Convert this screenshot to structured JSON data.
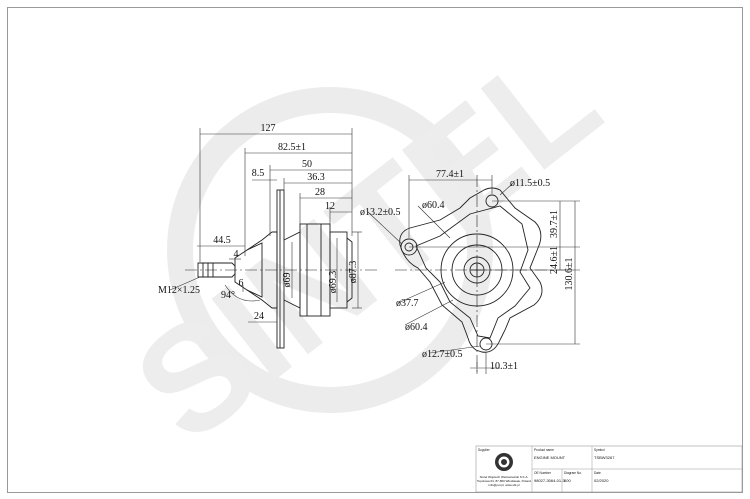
{
  "drawing": {
    "watermark": "SINTEL",
    "side_view": {
      "dims": {
        "d127": "127",
        "d82_5": "82.5±1",
        "d50": "50",
        "d36_3": "36.3",
        "d28": "28",
        "d12": "12",
        "d8_5": "8.5",
        "d44_5": "44.5",
        "d4": "4",
        "d69": "ø69",
        "d69_3": "ø69.3",
        "d87_3": "ø87.3",
        "d6": "6",
        "d24": "24",
        "d94": "94°",
        "thread": "M12×1.25"
      }
    },
    "front_view": {
      "dims": {
        "d77_4": "77.4±1",
        "d11_5": "ø11.5±0.5",
        "d13_2": "ø13.2±0.5",
        "d60_4a": "ø60.4",
        "d39_7": "39.7±1",
        "d24_6": "24.6±1",
        "d130_6": "130.6±1",
        "d37_7": "ø37.7",
        "d60_4b": "ø60.4",
        "d12_7": "ø12.7±0.5",
        "d10_3": "10.3±1"
      }
    }
  },
  "title_block": {
    "labels": {
      "supplier": "Supplier",
      "product_name": "Product name",
      "symbol": "Symbol",
      "oe_number": "OE Number",
      "diagram_no": "Diagram No.",
      "date": "Date"
    },
    "company": {
      "line1": "Sintel Wojciech Wieloszewski S.K.A.",
      "line2": "Topolowa 64, 87-800 Włocławek, Poland",
      "line3": "info@pol.pl, www.sbt.pl"
    },
    "values": {
      "product_name": "ENGINE MOUNT",
      "symbol": "TSBW3267",
      "oe_number": "98027-3064-01-3",
      "diagram_no": "600",
      "date": "02/2020"
    }
  }
}
